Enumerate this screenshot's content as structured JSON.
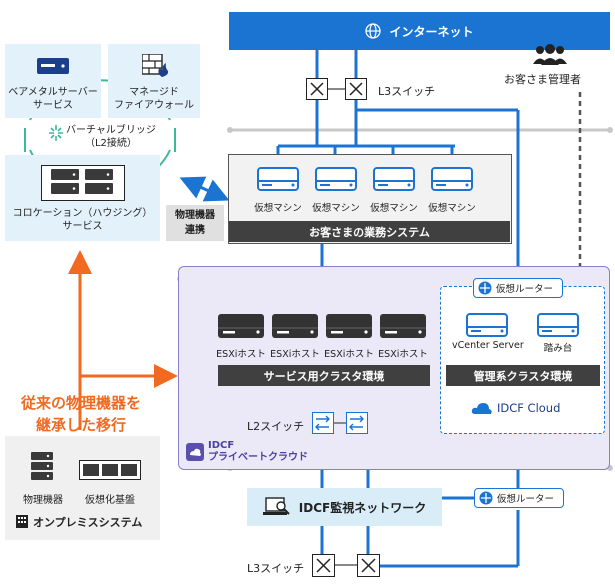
{
  "internet": {
    "label": "インターネット"
  },
  "admin": {
    "label": "お客さま管理者"
  },
  "l3_top": {
    "label": "L3スイッチ"
  },
  "l3_bottom": {
    "label": "L3スイッチ"
  },
  "l2": {
    "label": "L2スイッチ"
  },
  "business_system": {
    "vms": [
      "仮想マシン",
      "仮想マシン",
      "仮想マシン",
      "仮想マシン"
    ],
    "label": "お客さまの業務システム"
  },
  "service_cluster": {
    "hosts": [
      "ESXiホスト",
      "ESXiホスト",
      "ESXiホスト",
      "ESXiホスト"
    ],
    "label": "サービス用クラスタ環境"
  },
  "mgmt_cluster": {
    "router": "仮想ルーター",
    "items": [
      "vCenter Server",
      "踏み台"
    ],
    "label": "管理系クラスタ環境",
    "brand": "IDCF Cloud"
  },
  "private_cloud": {
    "line1": "IDCF",
    "line2": "プライベートクラウド"
  },
  "monitor": {
    "label": "IDCF監視ネットワーク",
    "router": "仮想ルーター"
  },
  "services": {
    "baremetal": [
      "ベアメタルサーバー",
      "サービス"
    ],
    "firewall": [
      "マネージド",
      "ファイアウォール"
    ],
    "bridge": [
      "バーチャルブリッジ",
      "（L2接続）"
    ],
    "colocation": [
      "コロケーション（ハウジング）",
      "サービス"
    ]
  },
  "renkei": [
    "物理機器",
    "連携"
  ],
  "migration": [
    "従来の物理機器を",
    "継承した移行"
  ],
  "onprem": {
    "items": [
      "物理機器",
      "仮想化基盤"
    ],
    "label": "オンプレミスシステム"
  },
  "colors": {
    "blue": "#1b74d2",
    "orange": "#f26a21",
    "dark": "#404040",
    "purple": "#8a7fc9",
    "teal": "#3cb89b"
  }
}
